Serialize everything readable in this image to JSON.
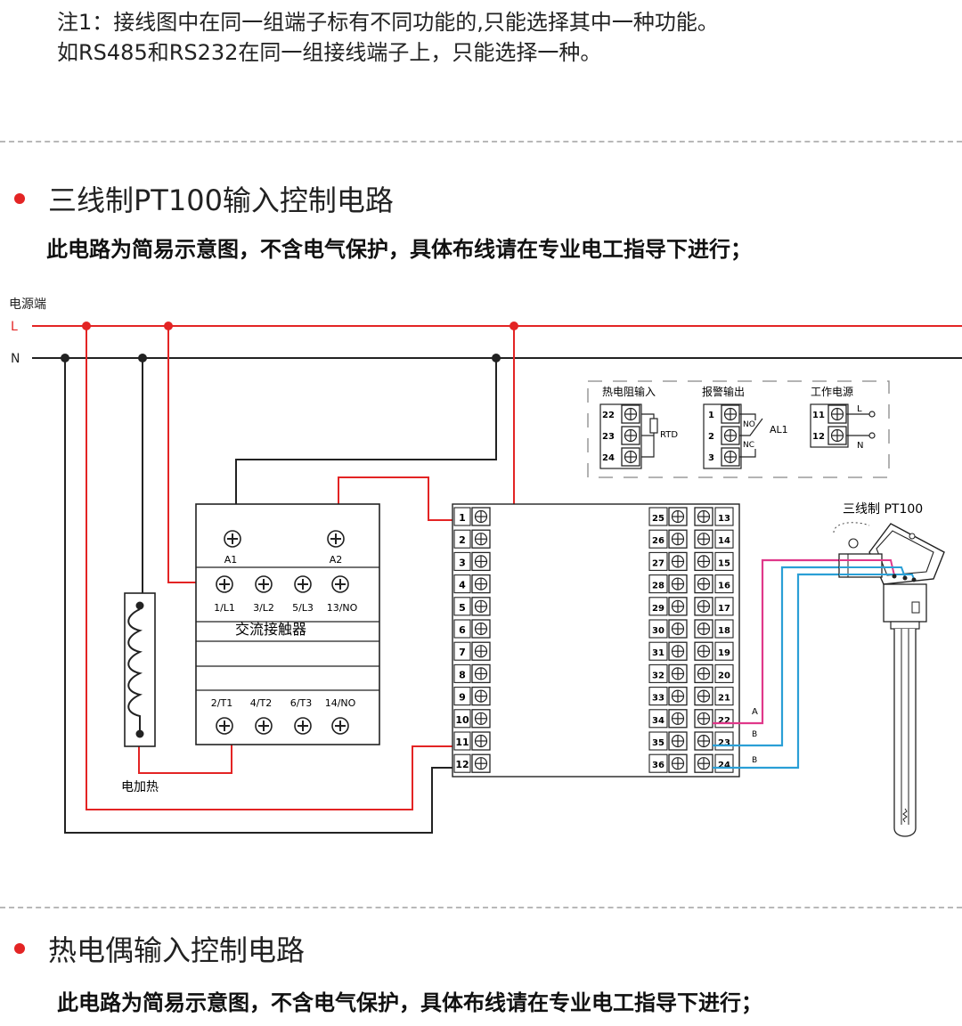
{
  "note": {
    "line1": "注1：接线图中在同一组端子标有不同功能的,只能选择其中一种功能。",
    "line2": "如RS485和RS232在同一组接线端子上，只能选择一种。"
  },
  "section1": {
    "title": "三线制PT100输入控制电路",
    "desc": "此电路为简易示意图，不含电气保护，具体布线请在专业电工指导下进行；"
  },
  "section2": {
    "title": "热电偶输入控制电路",
    "desc": "此电路为简易示意图，不含电气保护，具体布线请在专业电工指导下进行；"
  },
  "diagram": {
    "power_label": "电源端",
    "line_L": "L",
    "line_N": "N",
    "contactor": {
      "name": "交流接触器",
      "coil_terminals": [
        "A1",
        "A2"
      ],
      "top_terminals": [
        "1/L1",
        "3/L2",
        "5/L3",
        "13/NO"
      ],
      "bottom_terminals": [
        "2/T1",
        "4/T2",
        "6/T3",
        "14/NO"
      ]
    },
    "heater_label": "电加热",
    "controller": {
      "left_terminals": [
        "1",
        "2",
        "3",
        "4",
        "5",
        "6",
        "7",
        "8",
        "9",
        "10",
        "11",
        "12"
      ],
      "right_outer": [
        "25",
        "26",
        "27",
        "28",
        "29",
        "30",
        "31",
        "32",
        "33",
        "34",
        "35",
        "36"
      ],
      "right_inner": [
        "13",
        "14",
        "15",
        "16",
        "17",
        "18",
        "19",
        "20",
        "21",
        "22",
        "23",
        "24"
      ]
    },
    "legend": {
      "rtd_title": "热电阻输入",
      "rtd_terminals": [
        "22",
        "23",
        "24"
      ],
      "rtd_label": "RTD",
      "alarm_title": "报警输出",
      "alarm_terminals": [
        "1",
        "2",
        "3"
      ],
      "alarm_no": "NO",
      "alarm_nc": "NC",
      "alarm_label": "AL1",
      "power_title": "工作电源",
      "power_terminals": [
        "11",
        "12"
      ],
      "power_L": "L",
      "power_N": "N"
    },
    "sensor_label": "三线制 PT100",
    "wire_labels": [
      "A",
      "B",
      "B"
    ]
  },
  "colors": {
    "L_line": "#e32424",
    "N_line": "#222222",
    "A_wire": "#e0388a",
    "B_wire": "#2a9fd6",
    "accent": "#e32424"
  }
}
